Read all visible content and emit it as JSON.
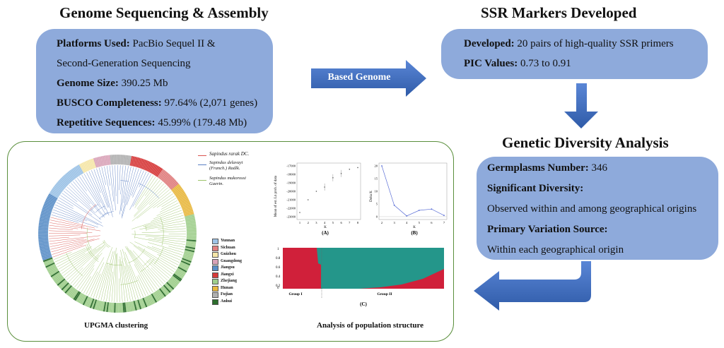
{
  "assembly": {
    "title": "Genome Sequencing & Assembly",
    "platforms_label": "Platforms Used:",
    "platforms_value_1": "PacBio Sequel II &",
    "platforms_value_2": "Second-Generation Sequencing",
    "size_label": "Genome Size:",
    "size_value": "390.25 Mb",
    "busco_label": "BUSCO Completeness:",
    "busco_value": "97.64% (2,071 genes)",
    "repeat_label": "Repetitive Sequences:",
    "repeat_value": "45.99% (179.48 Mb)"
  },
  "arrow_based_genome": "Based Genome",
  "ssr": {
    "title": "SSR Markers Developed",
    "developed_label": "Developed:",
    "developed_value": "20 pairs of high-quality SSR primers",
    "pic_label": "PIC Values:",
    "pic_value": "0.73 to 0.91"
  },
  "diversity": {
    "title": "Genetic Diversity Analysis",
    "germ_label": "Germplasms Number:",
    "germ_value": "346",
    "sig_label": "Significant Diversity:",
    "sig_value": "Observed within and among geographical origins",
    "src_label": "Primary Variation Source:",
    "src_value": "Within each geographical origin"
  },
  "panel": {
    "upgma_caption": "UPGMA clustering",
    "structure_caption": "Analysis of population structure",
    "species_legend": [
      {
        "name": "Sapindus rarak DC.",
        "color": "#d9534f"
      },
      {
        "name": "Sapindus delavayi (Franch.) Radlk.",
        "color": "#5b7fc4"
      },
      {
        "name": "Sapindus mukorossi Gaertn.",
        "color": "#9cc46a"
      }
    ],
    "province_legend": [
      {
        "name": "Yunnan",
        "color": "#9dc3e6"
      },
      {
        "name": "Sichuan",
        "color": "#e08080"
      },
      {
        "name": "Guizhou",
        "color": "#f5e6a8"
      },
      {
        "name": "Guangdong",
        "color": "#d9a3b8"
      },
      {
        "name": "Jiangsu",
        "color": "#5b8fc7"
      },
      {
        "name": "Jiangxi",
        "color": "#d63a3a"
      },
      {
        "name": "Zhejiang",
        "color": "#9fce8c"
      },
      {
        "name": "Hunan",
        "color": "#e8b840"
      },
      {
        "name": "Fujian",
        "color": "#b0b0b0"
      },
      {
        "name": "Anhui",
        "color": "#2d6e2d"
      }
    ],
    "plot_a_label": "(A)",
    "plot_b_label": "(B)",
    "plot_c_label": "(C)",
    "plot_a_ylabel": "Mean of est. Ln prob. of data",
    "plot_b_ylabel": "Delta K",
    "plot_k_label": "K",
    "group1": "Group I",
    "group2": "Group II"
  },
  "chart_data": [
    {
      "type": "scatter",
      "title": "",
      "xlabel": "K",
      "ylabel": "Mean of est. Ln prob. of data",
      "x": [
        1,
        2,
        3,
        4,
        5,
        6,
        7,
        8
      ],
      "y": [
        -22500,
        -21000,
        -20000,
        -19500,
        -18400,
        -17900,
        -17400,
        -17200
      ],
      "xlim": [
        1,
        8
      ],
      "ylim": [
        -23000,
        -17000
      ],
      "yticks": [
        "-17000",
        "-18000",
        "-19000",
        "-20000",
        "-21000",
        "-22000",
        "-23000"
      ],
      "xticks": [
        "1",
        "2",
        "3",
        "4",
        "5",
        "6",
        "7",
        "8"
      ]
    },
    {
      "type": "line",
      "title": "",
      "xlabel": "K",
      "ylabel": "Delta K",
      "x": [
        2,
        3,
        4,
        5,
        6,
        7
      ],
      "y": [
        20,
        4.5,
        0.3,
        2.5,
        3,
        0.5
      ],
      "xlim": [
        2,
        7
      ],
      "ylim": [
        0,
        20
      ],
      "yticks": [
        "0",
        "5",
        "10",
        "15",
        "20"
      ],
      "xticks": [
        "2",
        "3",
        "4",
        "5",
        "6",
        "7"
      ]
    }
  ]
}
